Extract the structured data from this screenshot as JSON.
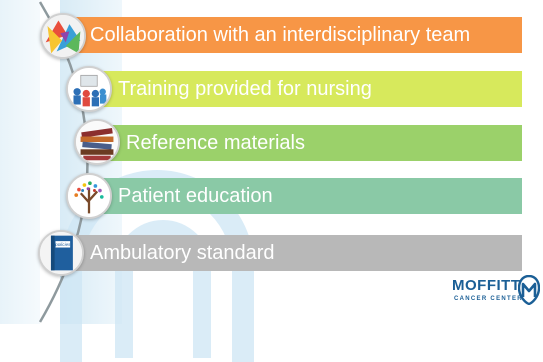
{
  "items": [
    {
      "label": "Collaboration with an interdisciplinary team",
      "color": "#f79646",
      "icon": "colorful-collage-icon"
    },
    {
      "label": "Training provided for nursing",
      "color": "#d7e95c",
      "icon": "team-meeting-icon"
    },
    {
      "label": "Reference materials",
      "color": "#9bd16a",
      "icon": "book-stack-icon"
    },
    {
      "label": "Patient education",
      "color": "#8ac9a6",
      "icon": "tree-icon"
    },
    {
      "label": "Ambulatory standard",
      "color": "#b8b8b8",
      "icon": "policies-binder-icon"
    }
  ],
  "binder_text": "policies",
  "logo": {
    "name": "MOFFITT",
    "subtitle": "CANCER CENTER",
    "brand_color": "#1b5f96"
  }
}
